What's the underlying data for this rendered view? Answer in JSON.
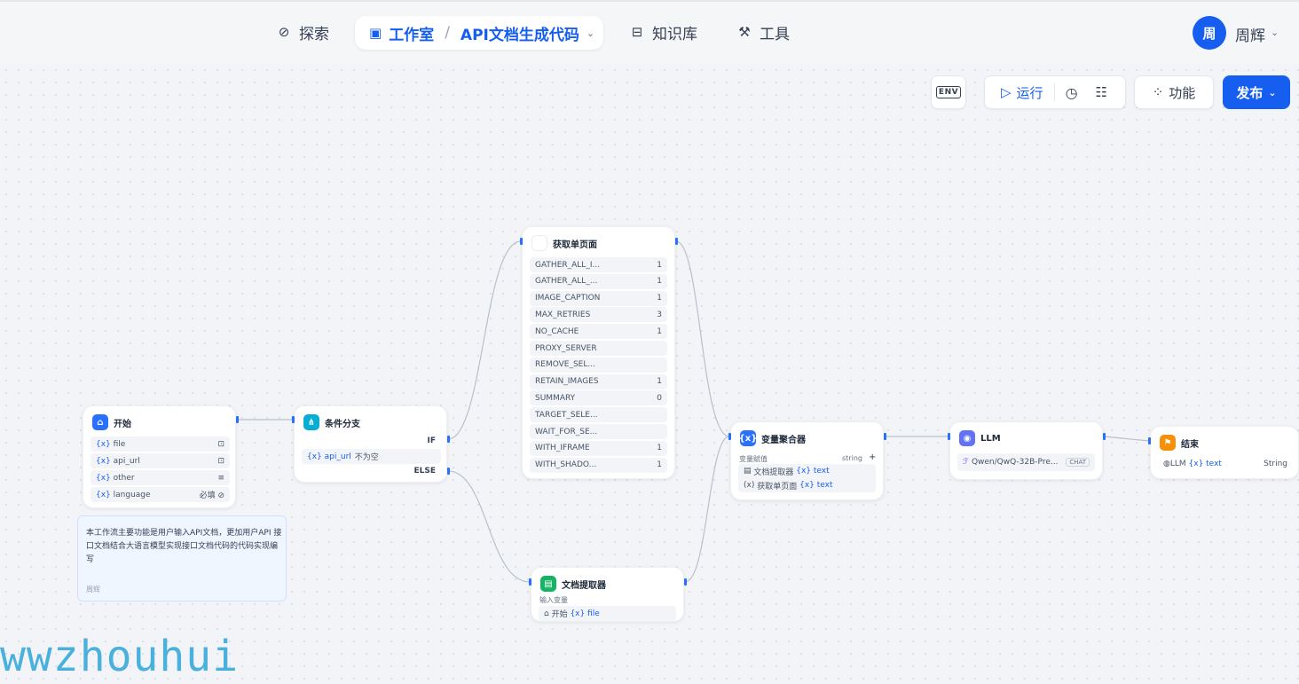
{
  "nav": {
    "explore": "探索",
    "studio": "工作室",
    "app_name": "API文档生成代码",
    "knowledge": "知识库",
    "tools": "工具"
  },
  "user": {
    "avatar_char": "周",
    "name": "周辉"
  },
  "toolbar": {
    "env": "ENV",
    "run": "运行",
    "features": "功能",
    "publish": "发布"
  },
  "nodes": {
    "start": {
      "title": "开始",
      "vars": [
        {
          "name": "file",
          "tag": "⊡"
        },
        {
          "name": "api_url",
          "tag": "⊡"
        },
        {
          "name": "other",
          "tag": "≡"
        },
        {
          "name": "language",
          "tag": "必填 ⊘"
        }
      ]
    },
    "branch": {
      "title": "条件分支",
      "if_label": "IF",
      "condition_var": "api_url",
      "condition_op": "不为空",
      "else_label": "ELSE"
    },
    "fetch": {
      "title": "获取单页面",
      "params": [
        {
          "name": "GATHER_ALL_I...",
          "value": "1"
        },
        {
          "name": "GATHER_ALL_...",
          "value": "1"
        },
        {
          "name": "IMAGE_CAPTION",
          "value": "1"
        },
        {
          "name": "MAX_RETRIES",
          "value": "3"
        },
        {
          "name": "NO_CACHE",
          "value": "1"
        },
        {
          "name": "PROXY_SERVER",
          "value": ""
        },
        {
          "name": "REMOVE_SEL...",
          "value": ""
        },
        {
          "name": "RETAIN_IMAGES",
          "value": "1"
        },
        {
          "name": "SUMMARY",
          "value": "0"
        },
        {
          "name": "TARGET_SELE...",
          "value": ""
        },
        {
          "name": "WAIT_FOR_SE...",
          "value": ""
        },
        {
          "name": "WITH_IFRAME",
          "value": "1"
        },
        {
          "name": "WITH_SHADO...",
          "value": "1"
        }
      ]
    },
    "extractor": {
      "title": "文档提取器",
      "input_label": "输入变量",
      "input_source": "开始",
      "input_var": "file"
    },
    "aggregator": {
      "title": "变量聚合器",
      "assign_label": "变量赋值",
      "type": "string",
      "add": "+",
      "items": [
        {
          "source": "文档提取器",
          "var": "text"
        },
        {
          "source": "获取单页面",
          "var": "text"
        }
      ]
    },
    "llm": {
      "title": "LLM",
      "model": "Qwen/QwQ-32B-Pre...",
      "mode": "CHAT"
    },
    "end": {
      "title": "结束",
      "output_source": "LLM",
      "output_var": "text",
      "output_type": "String"
    }
  },
  "note": {
    "text": "本工作流主要功能是用户输入API文档，更加用户API 接口文档结合大语言模型实现接口文档代码的代码实现编写",
    "author": "周辉"
  },
  "watermark": "wwzhouhui"
}
